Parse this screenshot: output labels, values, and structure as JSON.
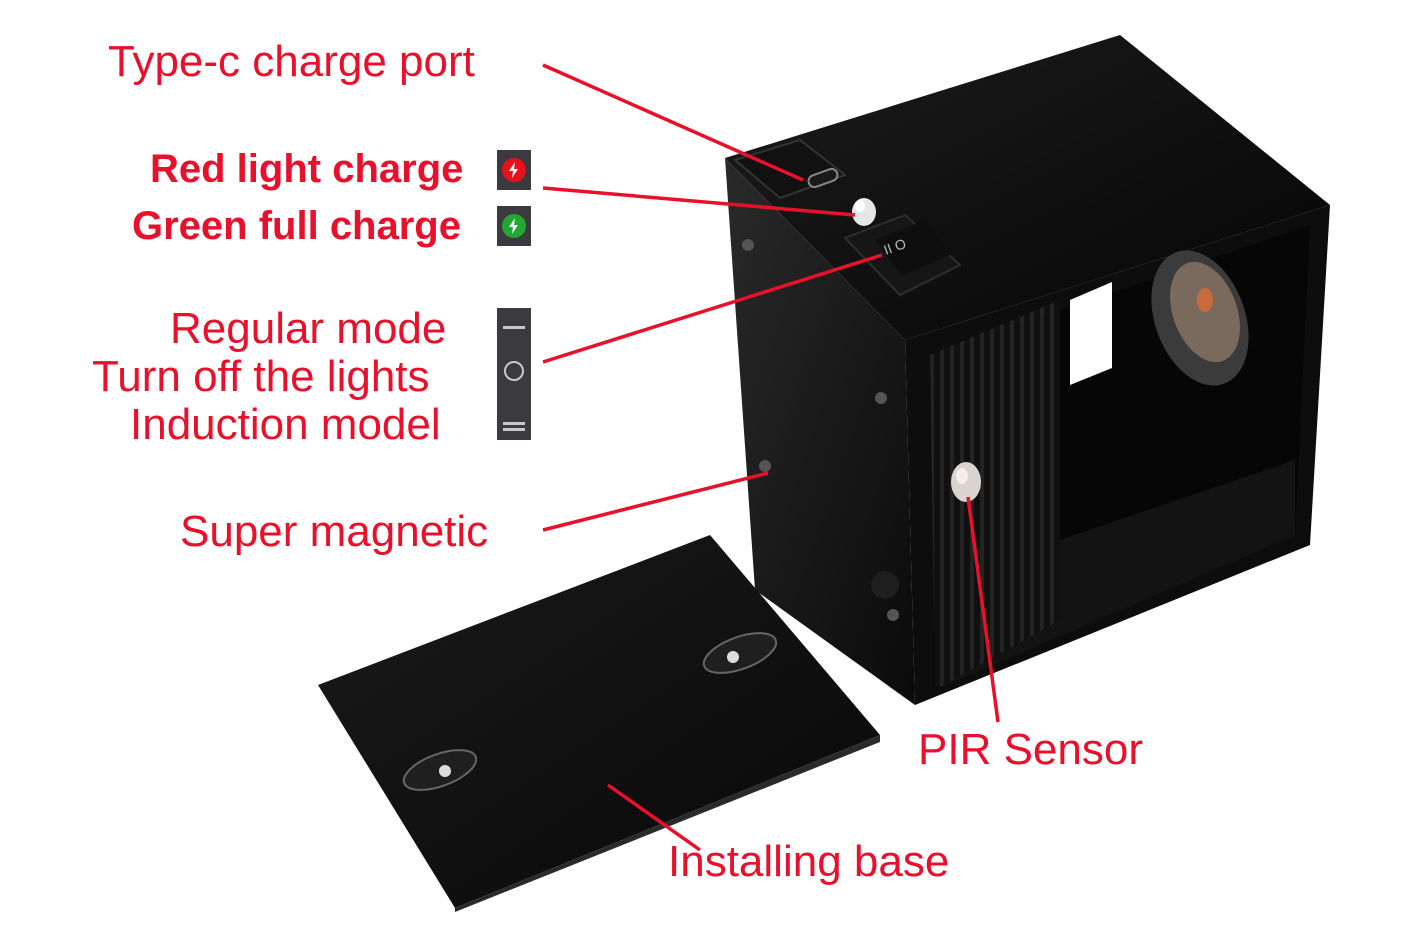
{
  "labels": {
    "type_c": "Type-c charge port",
    "red_light": "Red light charge",
    "green_full": "Green full charge",
    "regular_mode": "Regular mode",
    "turn_off": "Turn off the lights",
    "induction": "Induction model",
    "super_magnetic": "Super magnetic",
    "pir_sensor": "PIR Sensor",
    "installing_base": "Installing base"
  },
  "icons": {
    "red_led": "lightning-red-icon",
    "green_led": "lightning-green-icon",
    "switch_states": [
      "line-icon",
      "circle-icon",
      "double-line-icon"
    ]
  },
  "colors": {
    "label": "#e8102a",
    "device": "#0c0c0c",
    "red_led": "#e8101a",
    "green_led": "#22a832",
    "switch_strip": "#3a3a3f"
  }
}
